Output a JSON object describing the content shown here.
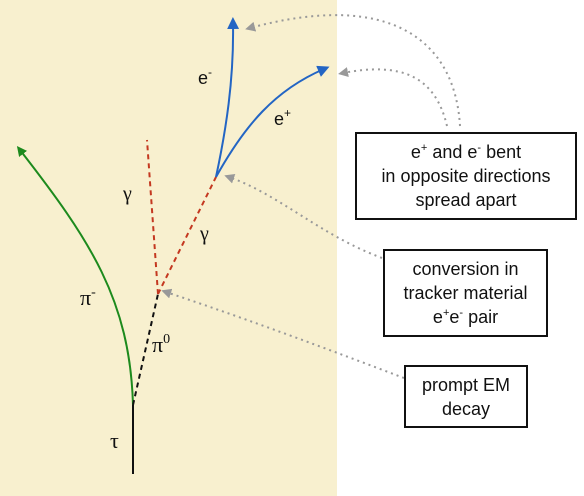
{
  "colors": {
    "background_region": "#f8f0cf",
    "pion_track": "#1d8a1d",
    "photon_track": "#c43820",
    "electron_track": "#2365c4",
    "neutral_pion_track": "#111111",
    "tau_track": "#111111",
    "annotation_arrow": "#999999"
  },
  "labels": {
    "tau": "τ",
    "pi_minus_base": "π",
    "pi_minus_sup": "-",
    "pi_zero_base": "π",
    "pi_zero_sup": "0",
    "gamma_left": "γ",
    "gamma_right": "γ",
    "e_minus_base": "e",
    "e_minus_sup": "-",
    "e_plus_base": "e",
    "e_plus_sup": "+"
  },
  "annotations": {
    "bent": {
      "line1_a": "e",
      "line1_a_sup": "+",
      "line1_b": " and e",
      "line1_b_sup": "-",
      "line1_c": " bent",
      "line2": "in opposite directions",
      "line3": "spread apart"
    },
    "conversion": {
      "line1": "conversion in",
      "line2": "tracker material",
      "line3_a": "e",
      "line3_a_sup": "+",
      "line3_b": "e",
      "line3_b_sup": "-",
      "line3_c": " pair"
    },
    "prompt": {
      "line1": "prompt EM",
      "line2": "decay"
    }
  }
}
